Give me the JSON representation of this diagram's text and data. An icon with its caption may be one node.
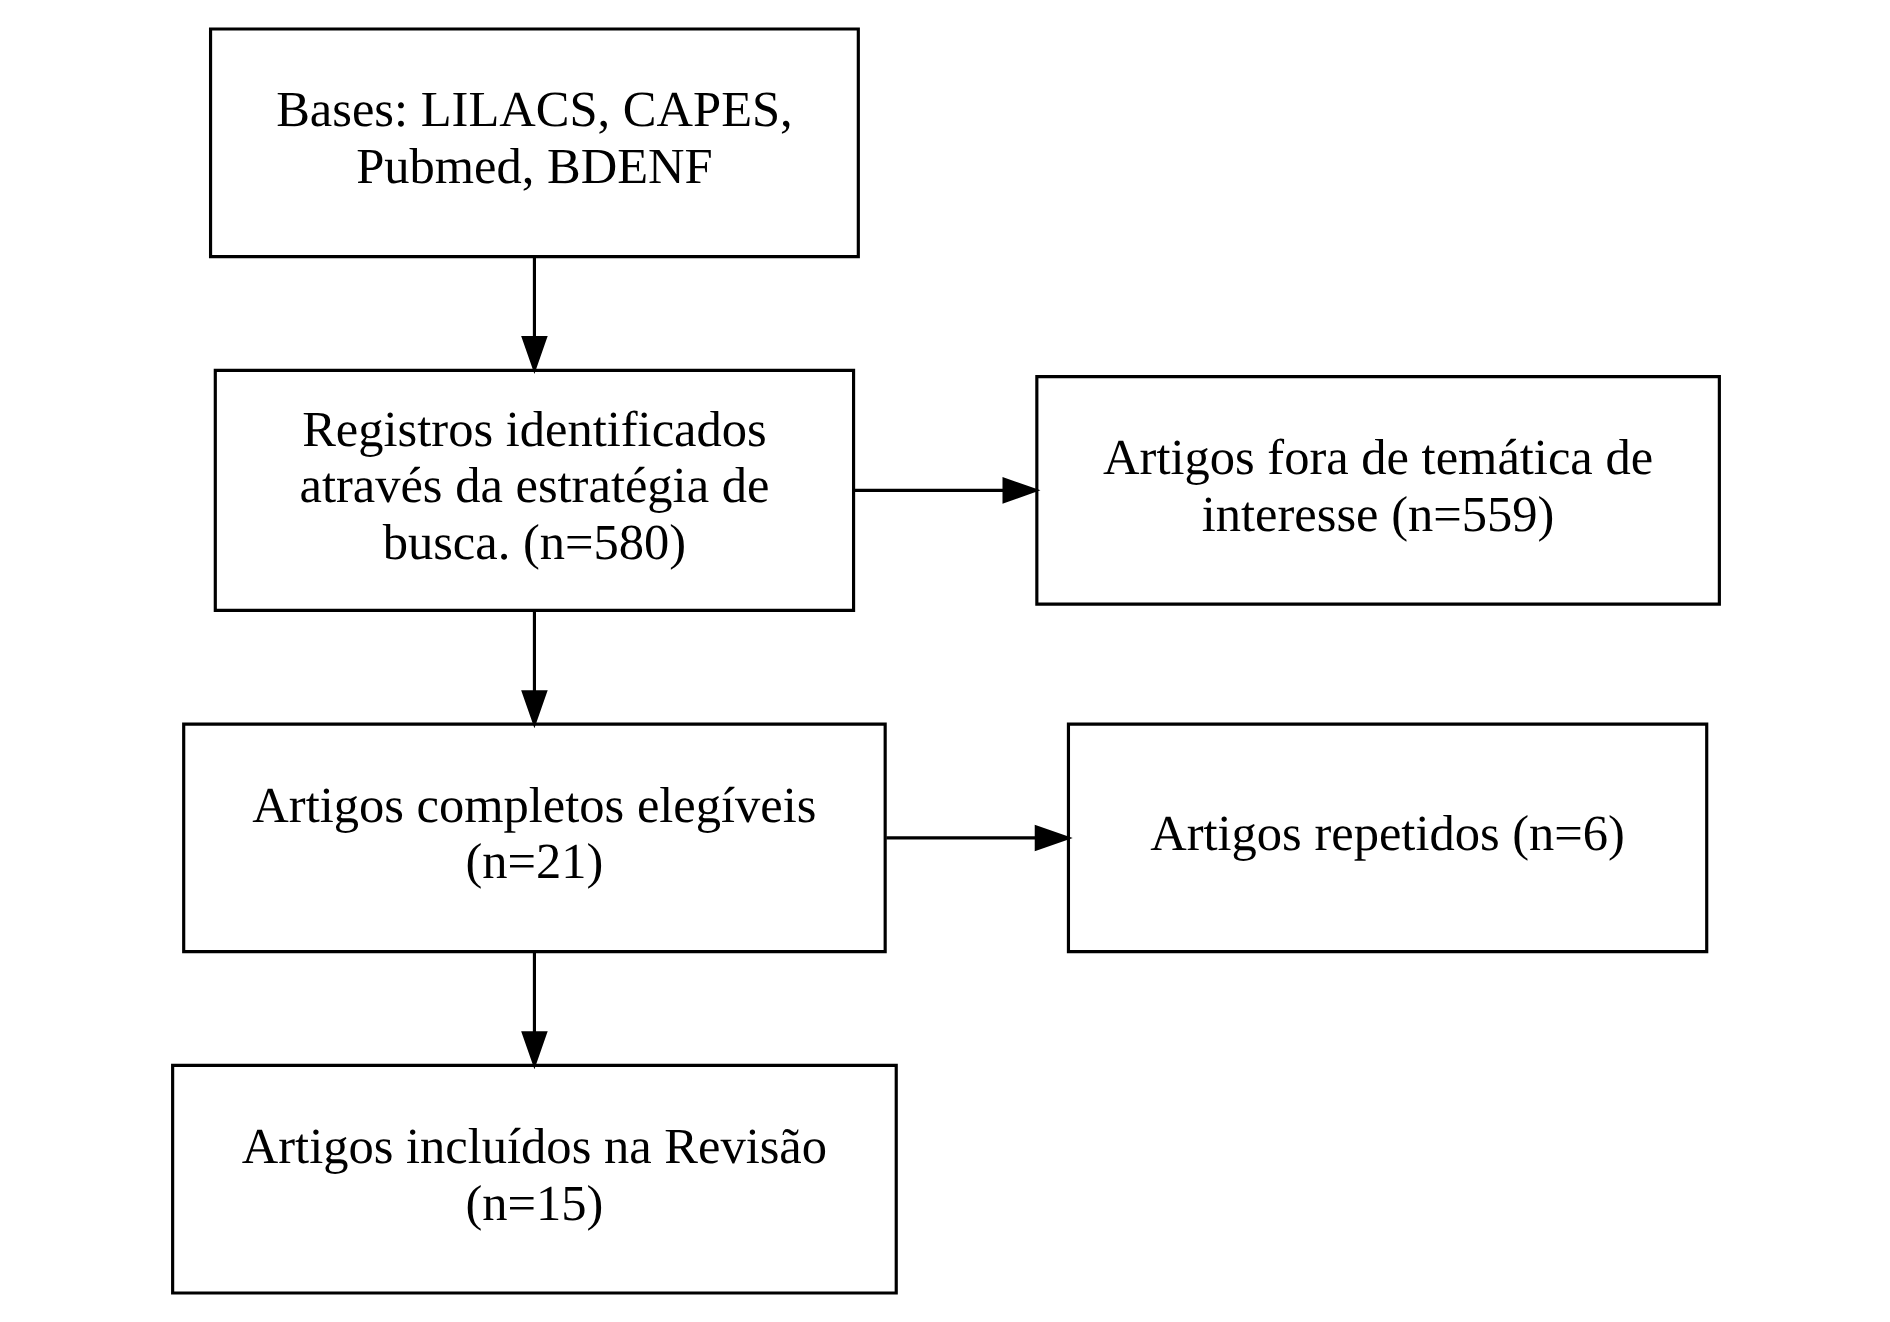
{
  "diagram": {
    "nodes": [
      {
        "text": [
          "Bases: LILACS, CAPES, Pubmed, BDENF"
        ]
      },
      {
        "text": [
          "Registros identificados através da estratégia de busca. (n=580)"
        ]
      },
      {
        "text": [
          "Artigos fora de temática de interesse (n=559)"
        ]
      },
      {
        "text": [
          "Artigos completos elegíveis (n=21)"
        ]
      },
      {
        "text": [
          "Artigos repetidos (n=6)"
        ]
      },
      {
        "text": [
          "Artigos incluídos na Revisão (n=15)"
        ]
      }
    ],
    "edges": [
      {
        "from": 0,
        "to": 1,
        "arrow": "to"
      },
      {
        "from": 1,
        "to": 2,
        "arrow": "to"
      },
      {
        "from": 1,
        "to": 3,
        "arrow": "to"
      },
      {
        "from": 3,
        "to": 4,
        "arrow": "to"
      },
      {
        "from": 3,
        "to": 5,
        "arrow": "to"
      }
    ]
  }
}
